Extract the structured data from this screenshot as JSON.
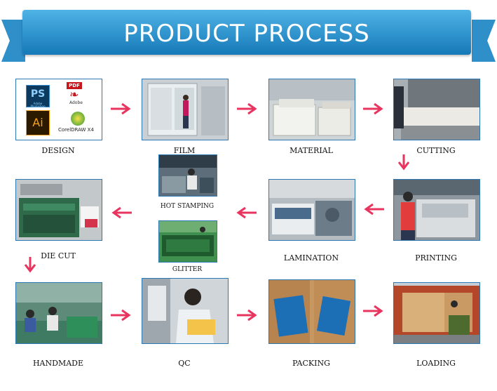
{
  "banner": {
    "title": "PRODUCT PROCESS"
  },
  "steps": {
    "design": "DESIGN",
    "film": "FILM",
    "material": "MATERIAL",
    "cutting": "CUTTING",
    "hot_stamping": "HOT STAMPING",
    "glitter": "GLITTER",
    "die_cut": "DIE CUT",
    "lamination": "LAMINATION",
    "printing": "PRINTING",
    "handmade": "HANDMADE",
    "qc": "QC",
    "packing": "PACKING",
    "loading": "LOADING"
  },
  "design_logos": {
    "ps": "PS",
    "ps_sub": "Adobe Photoshop",
    "pdf": "PDF",
    "pdf_sub": "Adobe",
    "ai": "Ai",
    "corel": "CorelDRAW X4"
  },
  "colors": {
    "banner": "#1f86c4",
    "arrow": "#e8345f",
    "frame": "#2b78b3"
  }
}
